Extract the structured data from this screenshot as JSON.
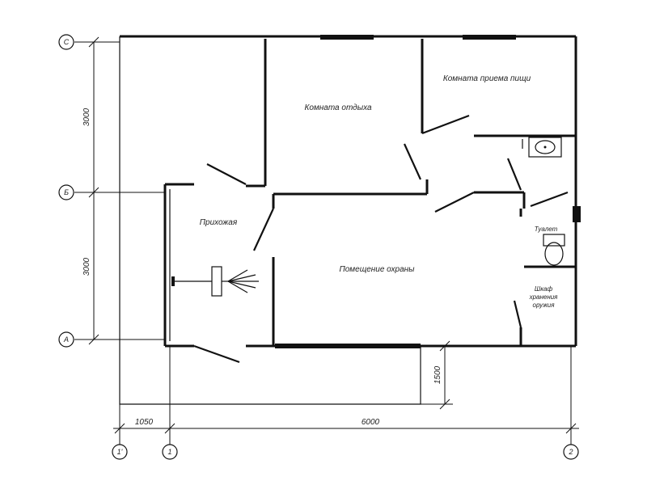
{
  "plan": {
    "rooms": {
      "rest_room": "Комната отдыха",
      "meal_room": "Комната приема пищи",
      "hall": "Прихожая",
      "guard_room": "Помещение охраны",
      "toilet": "Туалет",
      "cabinet_line1": "Шкаф",
      "cabinet_line2": "хранения",
      "cabinet_line3": "оружия"
    },
    "dimensions": {
      "height_top": "3000",
      "height_bottom": "3000",
      "porch": "1500",
      "left_offset": "1050",
      "width": "6000"
    },
    "axes": {
      "c": "С",
      "b": "Б",
      "a": "А",
      "one_prime": "1'",
      "one": "1",
      "two": "2"
    }
  }
}
